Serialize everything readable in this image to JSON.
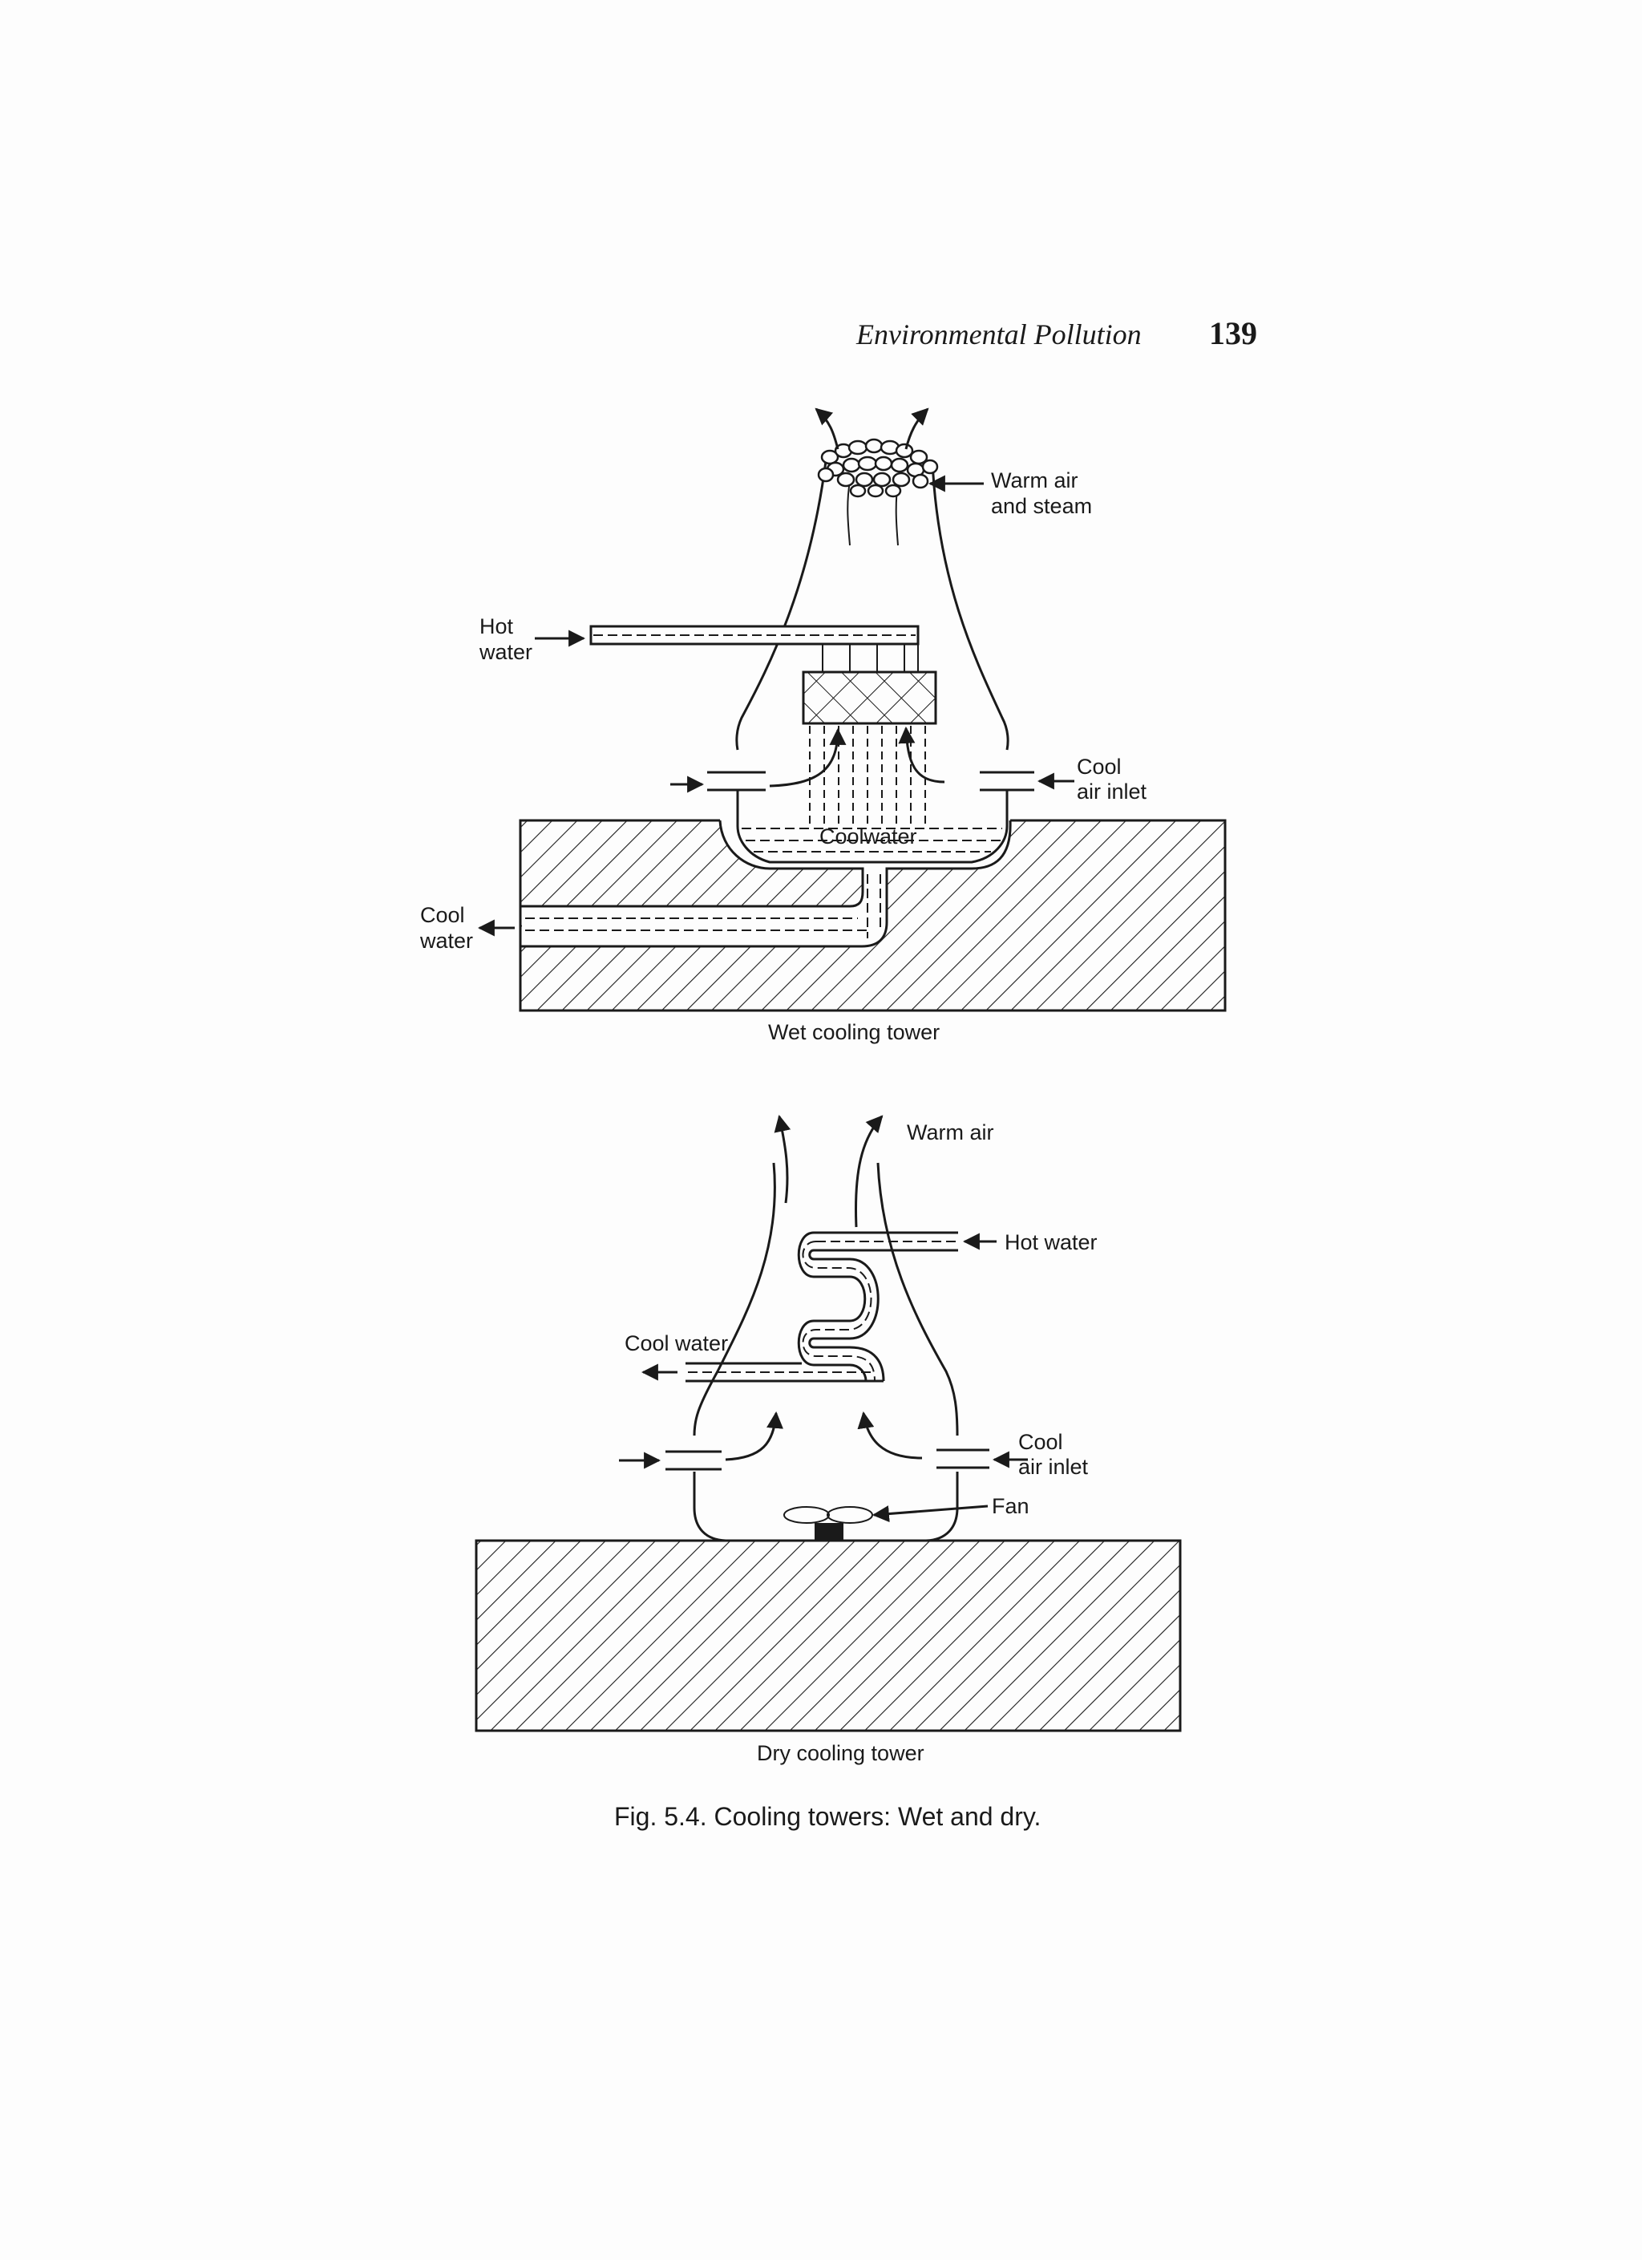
{
  "header": {
    "running_title": "Environmental Pollution",
    "page_number": "139"
  },
  "wet_tower": {
    "warm_air_label_1": "Warm air",
    "warm_air_label_2": "and steam",
    "hot_water_label_1": "Hot",
    "hot_water_label_2": "water",
    "cool_air_label_1": "Cool",
    "cool_air_label_2": "air inlet",
    "basin_label": "Coolwater",
    "cool_water_label_1": "Cool",
    "cool_water_label_2": "water",
    "caption": "Wet cooling tower"
  },
  "dry_tower": {
    "warm_air_label": "Warm air",
    "hot_water_label": "Hot water",
    "cool_water_label": "Cool water",
    "cool_air_label_1": "Cool",
    "cool_air_label_2": "air inlet",
    "fan_label": "Fan",
    "caption": "Dry cooling tower"
  },
  "figure_caption": "Fig. 5.4. Cooling towers: Wet and dry."
}
